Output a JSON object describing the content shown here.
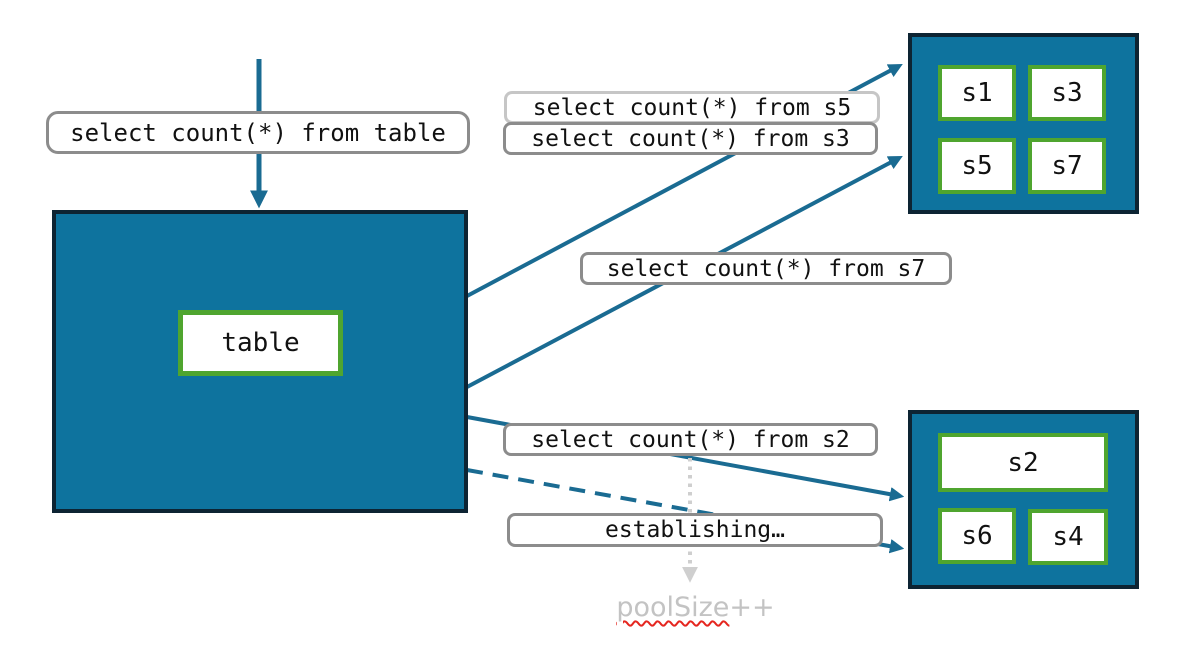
{
  "colors": {
    "teal": "#0E739E",
    "navy": "#0D2433",
    "green": "#4FA52F",
    "arrow": "#1A6B92",
    "label_border": "#8C8C8C",
    "label_border_light": "#C6C6C6",
    "muted": "#C3C3C3",
    "dotted": "#CFCFCF",
    "squiggle": "#E5261F",
    "text": "#111111"
  },
  "diagram": {
    "source_query": "select count(*) from table",
    "table_node": "table",
    "queries": {
      "s5": "select count(*) from s5",
      "s3": "select count(*) from s3",
      "s7": "select count(*) from s7",
      "s2": "select count(*) from s2"
    },
    "establishing": "establishing…",
    "pool_size": {
      "word": "poolSize",
      "suffix": "++"
    },
    "top_pool": {
      "shards": [
        "s1",
        "s3",
        "s5",
        "s7"
      ]
    },
    "bottom_pool": {
      "shards": [
        "s2",
        "s6",
        "s4"
      ]
    },
    "edges": [
      {
        "from": "client",
        "to": "table",
        "style": "solid",
        "label": "select count(*) from table"
      },
      {
        "from": "table",
        "to": "top-pool",
        "style": "solid",
        "label": "select count(*) from s5"
      },
      {
        "from": "table",
        "to": "top-pool",
        "style": "solid",
        "label": "select count(*) from s3 / s7"
      },
      {
        "from": "table",
        "to": "bottom-pool",
        "style": "solid",
        "label": "select count(*) from s2"
      },
      {
        "from": "table",
        "to": "bottom-pool",
        "style": "dashed",
        "label": "establishing…"
      },
      {
        "from": "query-s2",
        "to": "poolSize++",
        "style": "dotted-gray"
      }
    ]
  }
}
